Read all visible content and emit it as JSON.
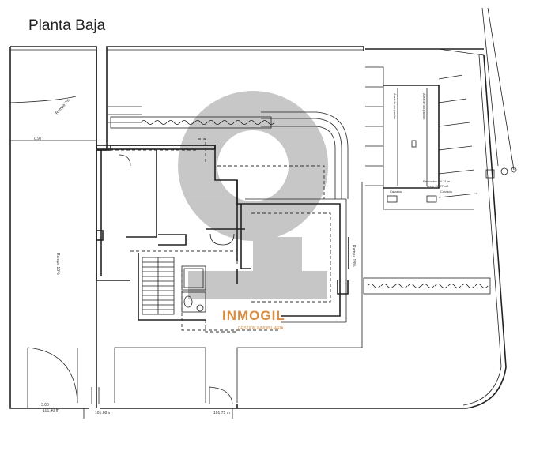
{
  "title": "Planta Baja",
  "watermark": {
    "brand": "INMOGIL",
    "tagline": "GESTIÓN INMOBILIARIA",
    "color": "#d98d42"
  },
  "labels": {
    "rampa_top": "Rampa 7%",
    "dim_left": "0.97",
    "rampa_side": "Rampa 18%",
    "bottom_level": "3.00",
    "level_1": "101.40 m",
    "level_2": "101.68 m",
    "level_3": "101.75 m",
    "rampa_vert": "Rampa 18%",
    "garage_a": "Área de ocupación",
    "garage_b": "Área de ocupación",
    "perimetro": "Perímetro: 30.31 m",
    "area": "Área: 20,77 m2",
    "rm1": "Calzada",
    "rm2": "Calzada"
  },
  "colors": {
    "line": "#222222",
    "overlay": "#bdbdbd",
    "background": "#ffffff"
  }
}
